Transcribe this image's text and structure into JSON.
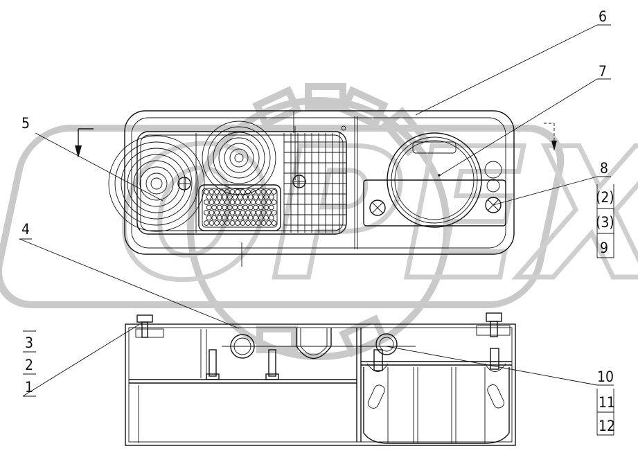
{
  "labels": {
    "c1": "1",
    "c2": "2",
    "c3": "3",
    "c4": "4",
    "c5": "5",
    "c6": "6",
    "c7": "7",
    "c8": "8",
    "c2p": "(2)",
    "c3p": "(3)",
    "c9": "9",
    "c10": "10",
    "c11": "11",
    "c12": "12"
  },
  "watermark": {
    "text": "OPEX",
    "color": "#c9c9c9"
  },
  "colors": {
    "ink": "#111111",
    "background": "#ffffff"
  }
}
